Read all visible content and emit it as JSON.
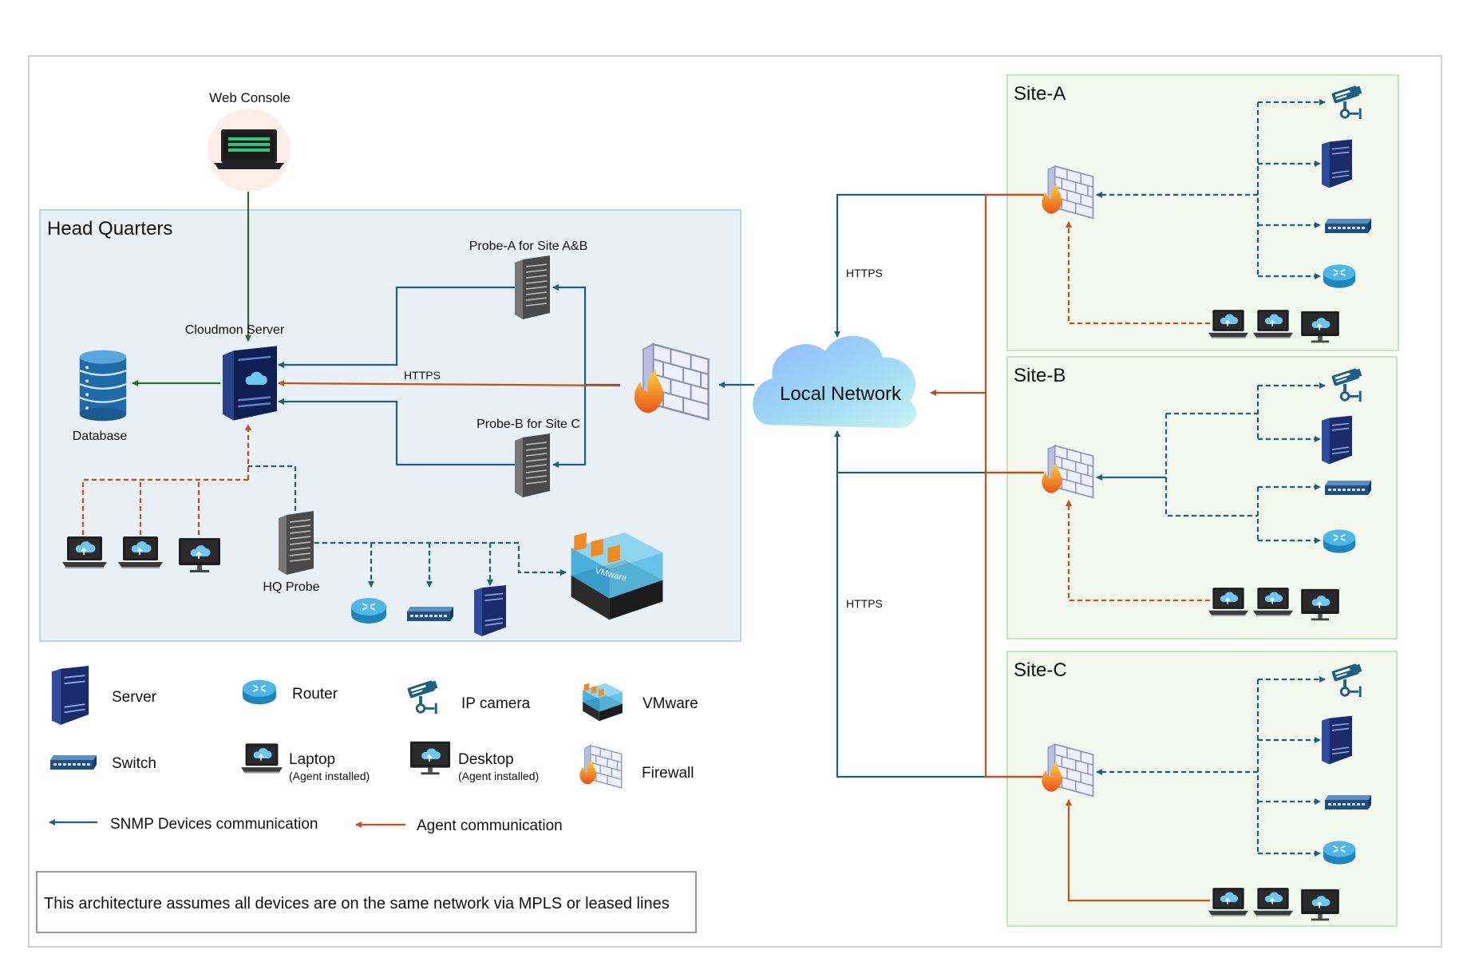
{
  "web_console": {
    "label": "Web Console"
  },
  "headquarters": {
    "title": "Head Quarters",
    "cloudmon_server": "Cloudmon Server",
    "database": "Database",
    "probe_a": "Probe-A for Site A&B",
    "probe_b": "Probe-B for Site C",
    "hq_probe": "HQ Probe",
    "https_label": "HTTPS"
  },
  "network": {
    "cloud_label": "Local Network",
    "https_upper": "HTTPS",
    "https_lower": "HTTPS"
  },
  "sites": [
    {
      "name": "Site-A"
    },
    {
      "name": "Site-B"
    },
    {
      "name": "Site-C"
    }
  ],
  "legend": {
    "server": "Server",
    "router": "Router",
    "ip_camera": "IP camera",
    "vmware": "VMware",
    "switch": "Switch",
    "laptop": "Laptop",
    "laptop_sub": "(Agent installed)",
    "desktop": "Desktop",
    "desktop_sub": "(Agent installed)",
    "firewall": "Firewall",
    "snmp": "SNMP Devices communication",
    "agent": "Agent communication"
  },
  "vmware_box_text": "VMware",
  "footnote": "This architecture assumes all devices are on the same network via MPLS or leased lines",
  "colors": {
    "snmp_blue": "#1f5f82",
    "agent_orange": "#c4501a",
    "console_green": "#2e6b2e",
    "hq_fill": "#e9f0f6",
    "hq_border": "#b6d6ec",
    "site_fill": "#f3f8ef",
    "site_border": "#c5e6bb"
  }
}
